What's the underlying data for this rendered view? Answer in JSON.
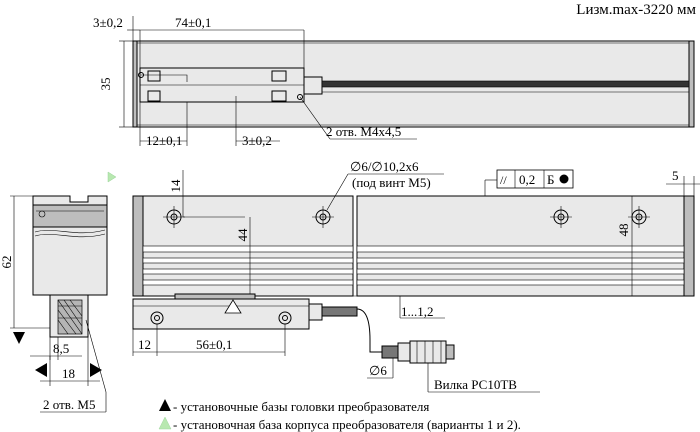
{
  "header": {
    "measure_range": "Lизм.max-3220 мм"
  },
  "top_view": {
    "dim_offset": "3±0,2",
    "dim_length": "74±0,1",
    "dim_height": "35",
    "dim_hole_x": "12±0,1",
    "dim_hole_y": "3±0,2",
    "holes_label": "2 отв. М4х4,5"
  },
  "side_view": {
    "dim_total_height": "62",
    "dim_neck": "8,5",
    "dim_width": "18",
    "holes_label": "2 отв. М5"
  },
  "front_view": {
    "dim_top_offset": "14",
    "dim_mid_height": "44",
    "dim_full_height": "48",
    "dim_end": "5",
    "mount_hole_label": "∅6/∅10,2х6",
    "mount_hole_note": "(под винт М5)",
    "tolerance_symbol": "//",
    "tolerance_value": "0,2",
    "tolerance_base": "Б",
    "dim_cable": "1...1,2",
    "dim_head_offset": "12",
    "dim_head_holes": "56±0,1",
    "dim_plug_diameter": "∅6",
    "plug_label": "Вилка РС10ТВ"
  },
  "legend": {
    "item1": "- установочные базы головки преобразователя",
    "item2": "- установочная база корпуса преобразователя (варианты 1 и 2)."
  }
}
